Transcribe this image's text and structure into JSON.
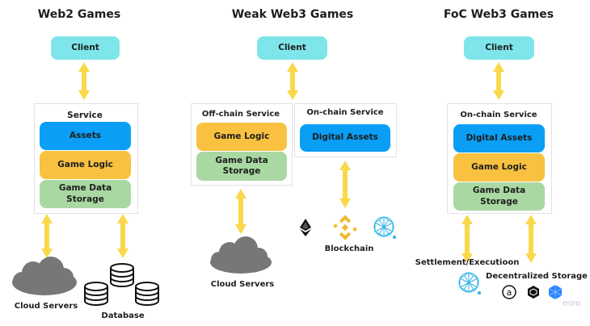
{
  "columns": [
    {
      "title": "Web2 Games",
      "client": "Client",
      "service_label": "Service",
      "layers": [
        "Assets",
        "Game Logic",
        "Game Data Storage"
      ],
      "bottom": [
        "Cloud Servers",
        "Database"
      ]
    },
    {
      "title": "Weak Web3 Games",
      "client": "Client",
      "offchain_label": "Off-chain Service",
      "offchain_layers": [
        "Game Logic",
        "Game Data Storage"
      ],
      "onchain_label": "On-chain Service",
      "onchain_layers": [
        "Digital Assets"
      ],
      "bottom": [
        "Cloud Servers",
        "Blockchain"
      ],
      "blockchain_icons": [
        "ethereum-icon",
        "binance-icon",
        "qtum-icon"
      ]
    },
    {
      "title": "FoC Web3 Games",
      "client": "Client",
      "service_label": "On-chain Service",
      "layers": [
        "Digital Assets",
        "Game Logic",
        "Game Data Storage"
      ],
      "bottom": [
        "Settlement/Executioon",
        "Decentralized Storage"
      ],
      "storage_icons": [
        "arweave-icon",
        "filecoin-icon",
        "storj-icon"
      ]
    }
  ],
  "watermark": "miro",
  "colors": {
    "client": "#7ee6ea",
    "assets": "#0a9ff5",
    "logic": "#f8c140",
    "storage": "#a9d8a2",
    "arrow": "#f9d84a"
  }
}
